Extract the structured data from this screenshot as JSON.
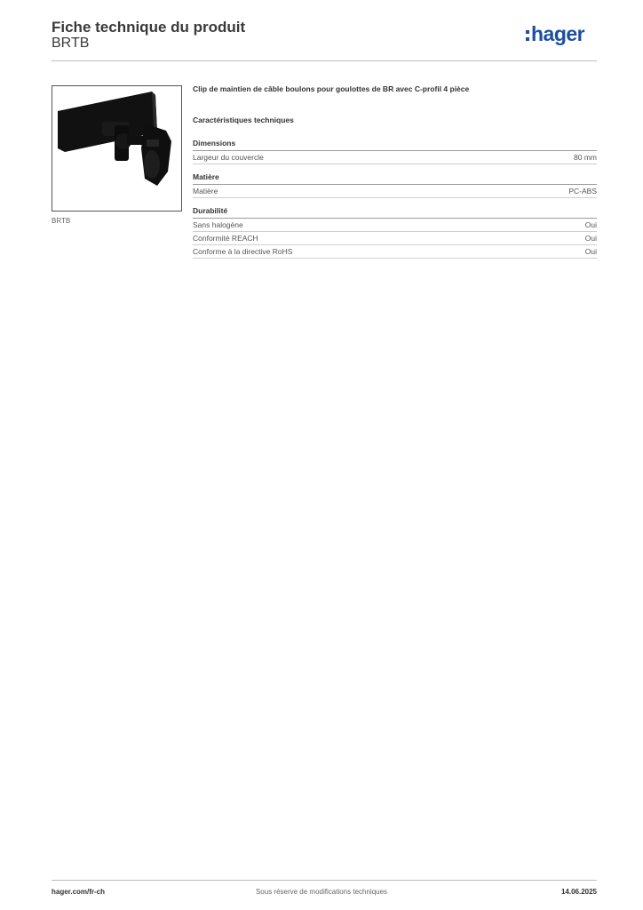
{
  "header": {
    "title": "Fiche technique du produit",
    "subtitle": "BRTB",
    "logo_text": "hager",
    "brand_color": "#1c4fa0"
  },
  "product": {
    "image_caption": "BRTB",
    "description": "Clip de maintien de câble boulons pour goulottes de BR avec C-profil 4 pièce",
    "section_heading": "Caractéristiques techniques",
    "groups": [
      {
        "title": "Dimensions",
        "rows": [
          {
            "label": "Largeur du couvercle",
            "value": "80 mm"
          }
        ]
      },
      {
        "title": "Matière",
        "rows": [
          {
            "label": "Matière",
            "value": "PC-ABS"
          }
        ]
      },
      {
        "title": "Durabilité",
        "rows": [
          {
            "label": "Sans halogène",
            "value": "Oui"
          },
          {
            "label": "Conformité REACH",
            "value": "Oui"
          },
          {
            "label": "Conforme à la directive RoHS",
            "value": "Oui"
          }
        ]
      }
    ]
  },
  "footer": {
    "website": "hager.com/fr-ch",
    "disclaimer": "Sous réserve de modifications techniques",
    "date": "14.06.2025"
  }
}
